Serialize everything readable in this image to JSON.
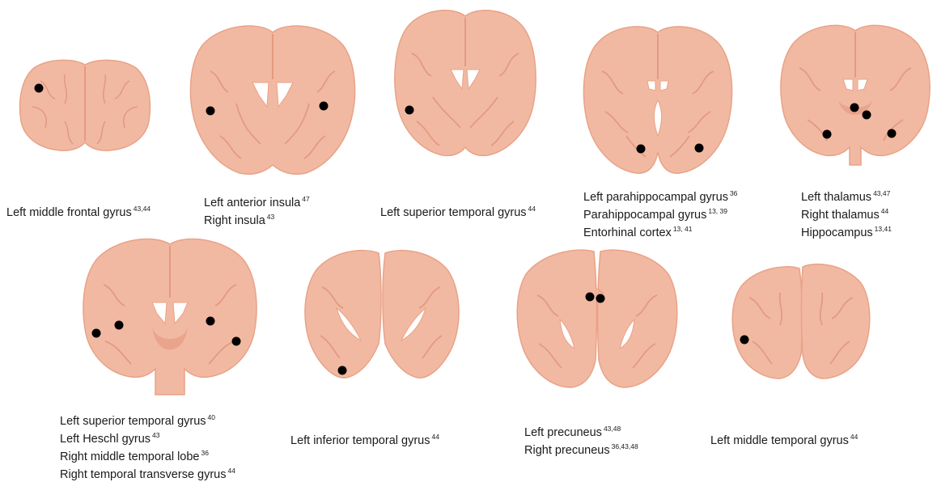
{
  "colors": {
    "cortex": "#f2b9a2",
    "outline": "#e8a287",
    "sulcus": "#e39a82",
    "ventricle": "#ffffff",
    "deep": "#eaa48c",
    "dot": "#000000"
  },
  "panels": [
    {
      "id": "p1",
      "lines": [
        {
          "text": "Left middle frontal gyrus",
          "refs": "43,44"
        }
      ]
    },
    {
      "id": "p2",
      "lines": [
        {
          "text": "Left anterior insula",
          "refs": "47"
        },
        {
          "text": "Right insula",
          "refs": "43"
        }
      ]
    },
    {
      "id": "p3",
      "lines": [
        {
          "text": "Left superior temporal gyrus",
          "refs": "44"
        }
      ]
    },
    {
      "id": "p4",
      "lines": [
        {
          "text": "Left parahippocampal gyrus",
          "refs": "36"
        },
        {
          "text": "Parahippocampal gyrus",
          "refs": "13, 39"
        },
        {
          "text": "Entorhinal  cortex",
          "refs": "13, 41"
        }
      ]
    },
    {
      "id": "p5",
      "lines": [
        {
          "text": "Left thalamus",
          "refs": "43,47"
        },
        {
          "text": "Right thalamus",
          "refs": "44"
        },
        {
          "text": "Hippocampus",
          "refs": "13,41"
        }
      ]
    },
    {
      "id": "p6",
      "lines": [
        {
          "text": "Left superior temporal gyrus",
          "refs": "40"
        },
        {
          "text": "Left Heschl gyrus",
          "refs": "43"
        },
        {
          "text": "Right middle temporal lobe",
          "refs": "36"
        },
        {
          "text": "Right temporal transverse gyrus",
          "refs": "44"
        }
      ]
    },
    {
      "id": "p7",
      "lines": [
        {
          "text": "Left inferior temporal gyrus",
          "refs": "44"
        }
      ]
    },
    {
      "id": "p8",
      "lines": [
        {
          "text": "Left precuneus",
          "refs": "43,48"
        },
        {
          "text": "Right precuneus",
          "refs": "36,43,48"
        }
      ]
    },
    {
      "id": "p9",
      "lines": [
        {
          "text": "Left middle temporal gyrus",
          "refs": "44"
        }
      ]
    }
  ]
}
